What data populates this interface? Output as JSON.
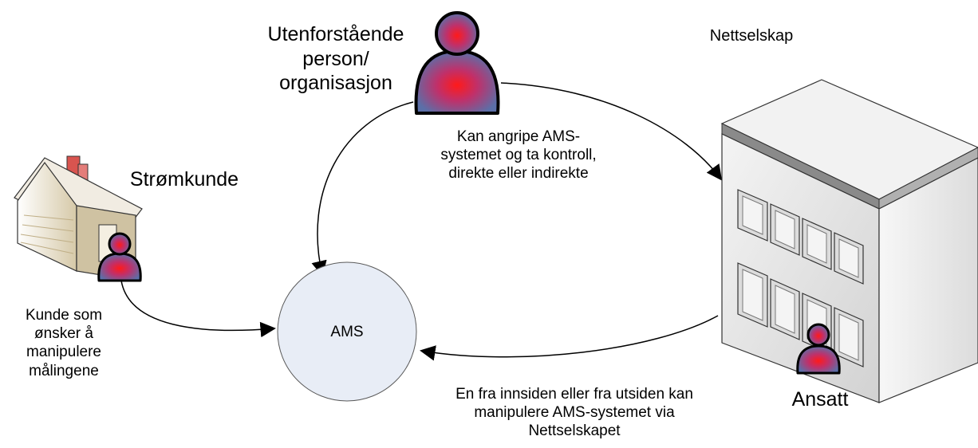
{
  "outsider": {
    "lines": [
      "Utenforstående",
      "person/",
      "organisasjon"
    ]
  },
  "outsider_note": {
    "lines": [
      "Kan angripe AMS-",
      "systemet og ta kontroll,",
      "direkte eller indirekte"
    ]
  },
  "company": {
    "title": "Nettselskap"
  },
  "customer": {
    "title": "Strømkunde"
  },
  "customer_note": {
    "lines": [
      "Kunde som",
      "ønsker å",
      "manipulere",
      "målingene"
    ]
  },
  "ams": {
    "label": "AMS"
  },
  "employee": {
    "label": "Ansatt"
  },
  "insider_note": {
    "lines": [
      "En fra innsiden eller fra utsiden kan",
      "manipulere AMS-systemet via",
      "Nettselskapet"
    ]
  },
  "colors": {
    "ams_fill": "#e8edf6",
    "person_body": "#5b6fa8",
    "person_glow": "#ff1a1a",
    "building_front": "#e6e6e6",
    "house_wall": "#d8cdb4",
    "chimney": "#e05a5a"
  },
  "icons": {
    "outsider": "person-icon",
    "customer": "person-icon",
    "employee": "person-icon",
    "house": "house-icon",
    "building": "office-building-icon"
  }
}
